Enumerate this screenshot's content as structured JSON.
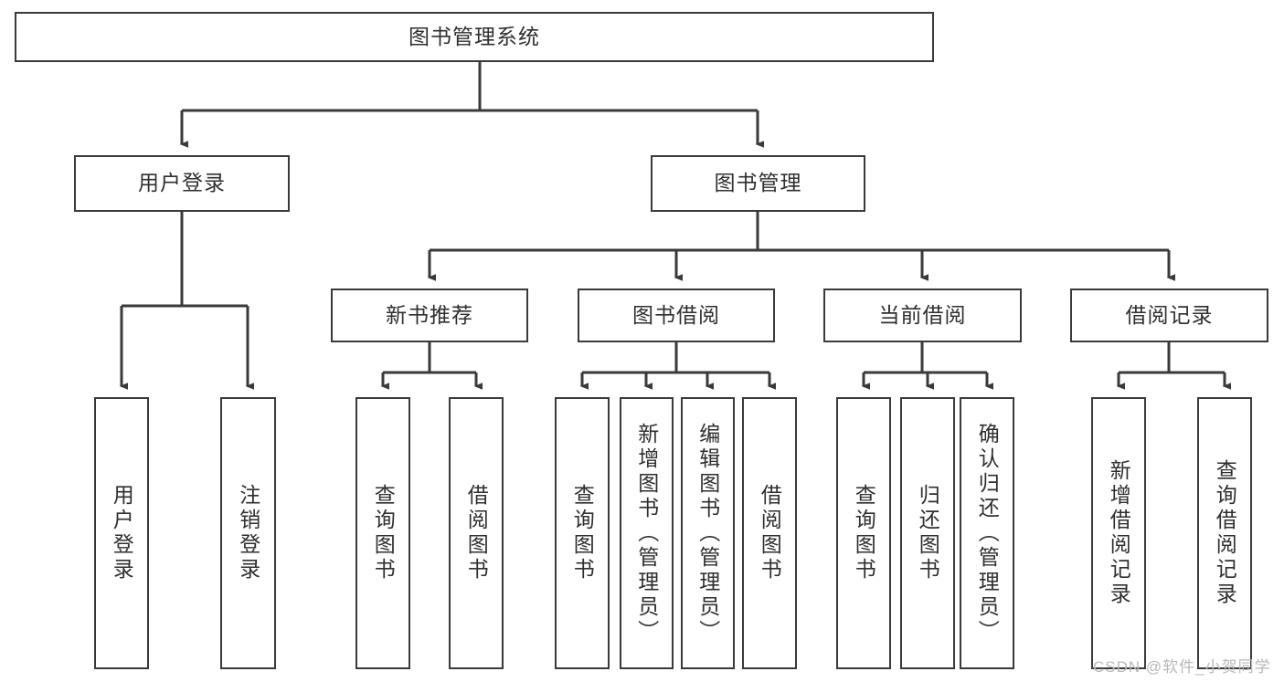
{
  "diagram": {
    "title": "图书管理系统",
    "type": "hierarchy-tree",
    "root": {
      "id": "root",
      "label": "图书管理系统"
    },
    "level2": [
      {
        "id": "user-login",
        "label": "用户登录"
      },
      {
        "id": "book-manage",
        "label": "图书管理"
      }
    ],
    "level3": [
      {
        "id": "new-book-recommend",
        "label": "新书推荐"
      },
      {
        "id": "book-borrow",
        "label": "图书借阅"
      },
      {
        "id": "current-borrow",
        "label": "当前借阅"
      },
      {
        "id": "borrow-record",
        "label": "借阅记录"
      }
    ],
    "leaves": {
      "user_login": [
        {
          "id": "leaf-user-login",
          "label": "用户登录"
        },
        {
          "id": "leaf-logout-login",
          "label": "注销登录"
        }
      ],
      "new_book_recommend": [
        {
          "id": "leaf-query-book-1",
          "label": "查询图书"
        },
        {
          "id": "leaf-borrow-book-1",
          "label": "借阅图书"
        }
      ],
      "book_borrow": [
        {
          "id": "leaf-query-book-2",
          "label": "查询图书"
        },
        {
          "id": "leaf-add-book",
          "label": "新增图书（管理员）"
        },
        {
          "id": "leaf-edit-book",
          "label": "编辑图书（管理员）"
        },
        {
          "id": "leaf-borrow-book-2",
          "label": "借阅图书"
        }
      ],
      "current_borrow": [
        {
          "id": "leaf-query-book-3",
          "label": "查询图书"
        },
        {
          "id": "leaf-return-book",
          "label": "归还图书"
        },
        {
          "id": "leaf-confirm-return",
          "label": "确认归还（管理员）"
        }
      ],
      "borrow_record": [
        {
          "id": "leaf-add-record",
          "label": "新增借阅记录"
        },
        {
          "id": "leaf-query-record",
          "label": "查询借阅记录"
        }
      ]
    }
  },
  "watermark": {
    "text": "CSDN @软件_小贺同学"
  },
  "colors": {
    "border": "#3a3a3a",
    "text": "#2f2f2f",
    "background": "#ffffff",
    "watermark": "#b9b9b9"
  }
}
